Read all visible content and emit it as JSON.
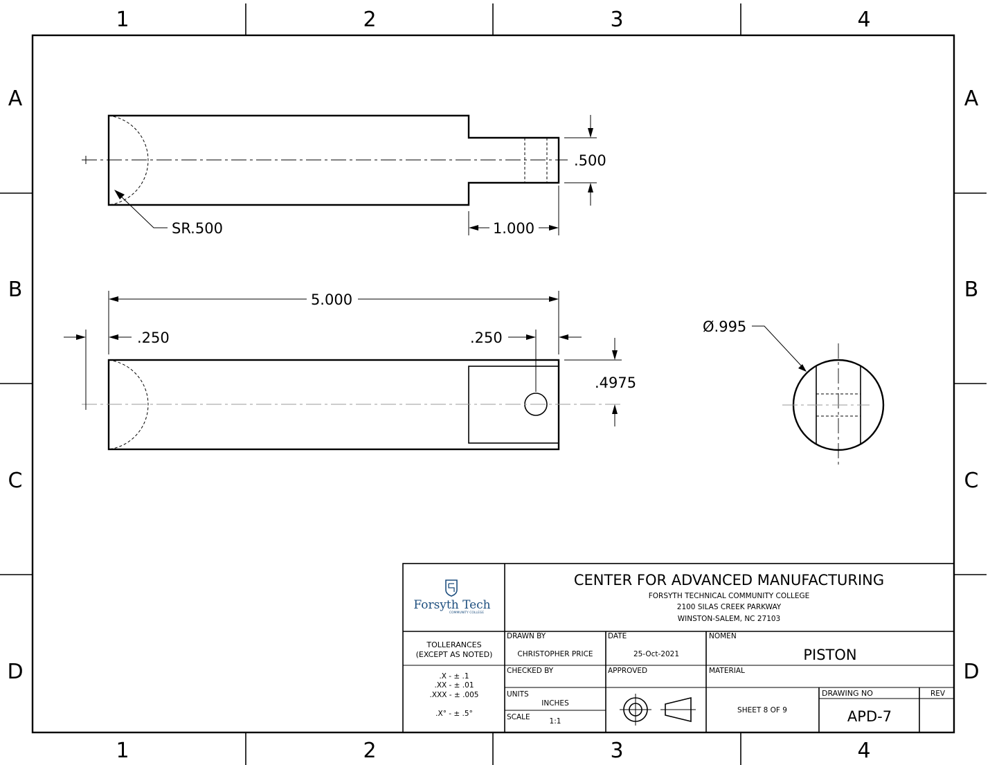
{
  "zones": {
    "columns": [
      "1",
      "2",
      "3",
      "4"
    ],
    "rows": [
      "A",
      "B",
      "C",
      "D"
    ]
  },
  "dimensions": {
    "sphere_radius": "SR.500",
    "neck_diameter": ".500",
    "neck_length": "1.000",
    "overall_length": "5.000",
    "left_offset": ".250",
    "hole_offset": ".250",
    "hole_to_center": ".4975",
    "end_diameter": "Ø.995"
  },
  "title_block": {
    "company": "CENTER FOR ADVANCED MANUFACTURING",
    "college": "FORSYTH TECHNICAL COMMUNITY COLLEGE",
    "address1": "2100 SILAS CREEK PARKWAY",
    "address2": "WINSTON-SALEM, NC 27103",
    "logo_text": "Forsyth Tech",
    "logo_subtext": "COMMUNITY COLLEGE",
    "tolerances_label1": "TOLLERANCES",
    "tolerances_label2": "(EXCEPT AS NOTED)",
    "tol_x": ".X - ± .1",
    "tol_xx": ".XX - ± .01",
    "tol_xxx": ".XXX - ± .005",
    "tol_angle": ".X° - ± .5°",
    "drawn_by_label": "DRAWN BY",
    "drawn_by": "CHRISTOPHER PRICE",
    "date_label": "DATE",
    "date": "25-Oct-2021",
    "nomen_label": "NOMEN",
    "nomen": "PISTON",
    "checked_by_label": "CHECKED BY",
    "approved_label": "APPROVED",
    "material_label": "MATERIAL",
    "units_label": "UNITS",
    "units": "INCHES",
    "scale_label": "SCALE",
    "scale": "1:1",
    "sheet": "SHEET 8 OF 9",
    "drawing_no_label": "DRAWING NO",
    "drawing_no": "APD-7",
    "rev_label": "REV"
  },
  "colors": {
    "line": "#000000",
    "logo": "#1d4e7e",
    "centerline_light": "#999999"
  }
}
